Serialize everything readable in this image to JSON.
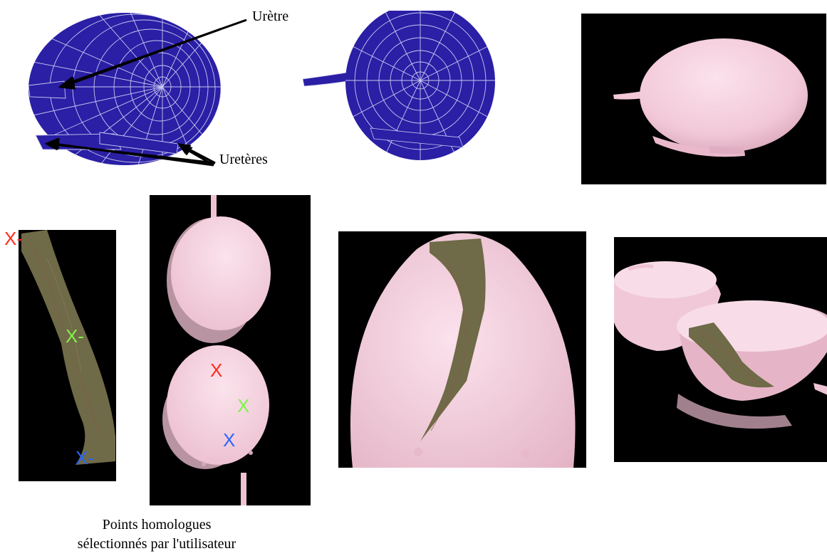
{
  "labels": {
    "urethra": "Urètre",
    "ureters": "Uretères"
  },
  "markers": {
    "symbol": "X",
    "strip_symbol": "X-",
    "colors": {
      "red": "#ff2a1a",
      "green": "#7cf54a",
      "blue": "#2a64ff"
    }
  },
  "caption": {
    "line1": "Points homologues",
    "line2": "sélectionnés par l'utilisateur"
  },
  "colors": {
    "mesh_fill": "#2a1fa5",
    "mesh_line": "#c8c8f0",
    "bladder_pink": "#f5cfe0",
    "texture_brown": "#6f6a47",
    "background_black": "#000000"
  }
}
